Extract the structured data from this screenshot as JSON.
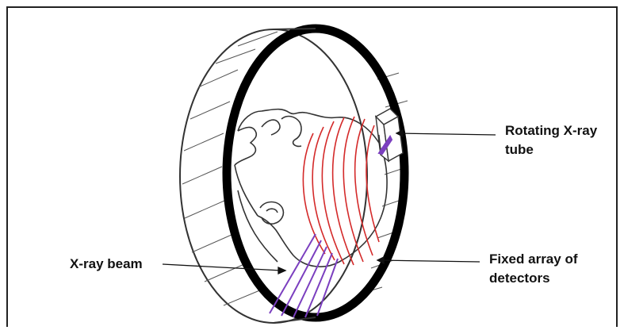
{
  "labels": {
    "tube_line1": "Rotating X-ray",
    "tube_line2": "tube",
    "detectors_line1": "Fixed array of",
    "detectors_line2": "detectors",
    "beam": "X-ray beam"
  },
  "colors": {
    "ring": "#000000",
    "waves": "#d42a2a",
    "beam": "#7b3fbf",
    "outline": "#333333"
  }
}
